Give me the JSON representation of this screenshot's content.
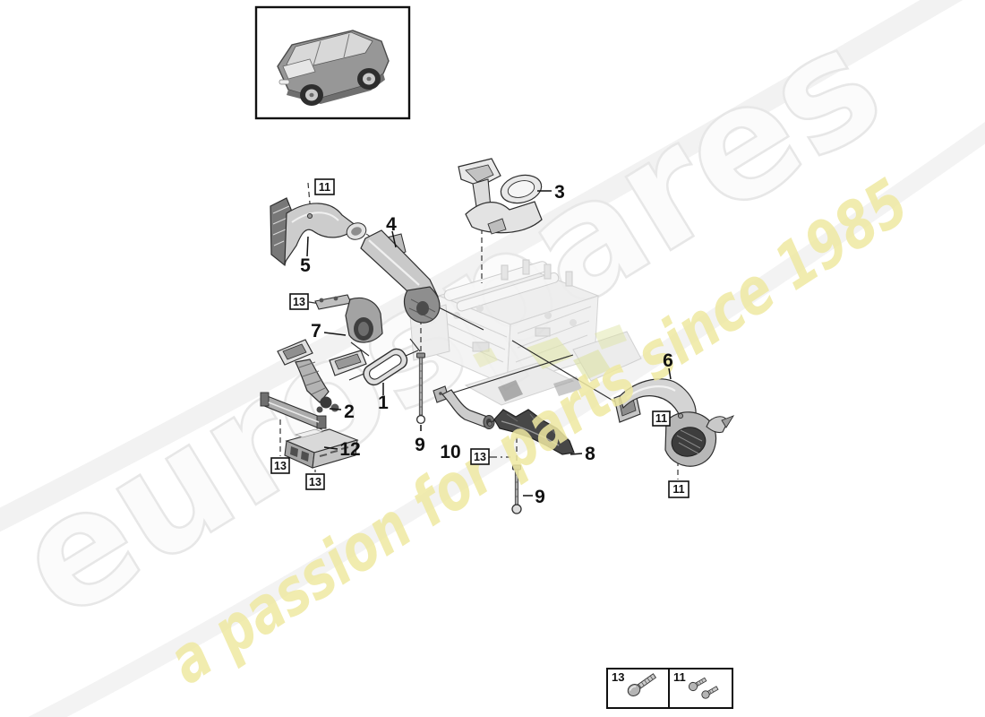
{
  "watermark": {
    "brand": "eurospares",
    "tagline": "a passion for parts since 1985",
    "brand_fill": "#fbfbfb",
    "brand_outline": "#e7e7e7",
    "tagline_color": "#efe9a2"
  },
  "callouts": {
    "n1": "1",
    "n2": "2",
    "n3": "3",
    "n4": "4",
    "n5": "5",
    "n6": "6",
    "n7": "7",
    "n8": "8",
    "n9": "9",
    "n10": "10",
    "n12": "12"
  },
  "fastener_refs": {
    "r11": "11",
    "r13": "13"
  },
  "legend": {
    "items": [
      {
        "ref": "13",
        "icon": "pan-head-screw-icon"
      },
      {
        "ref": "11",
        "icon": "screw-pair-icon"
      }
    ]
  }
}
